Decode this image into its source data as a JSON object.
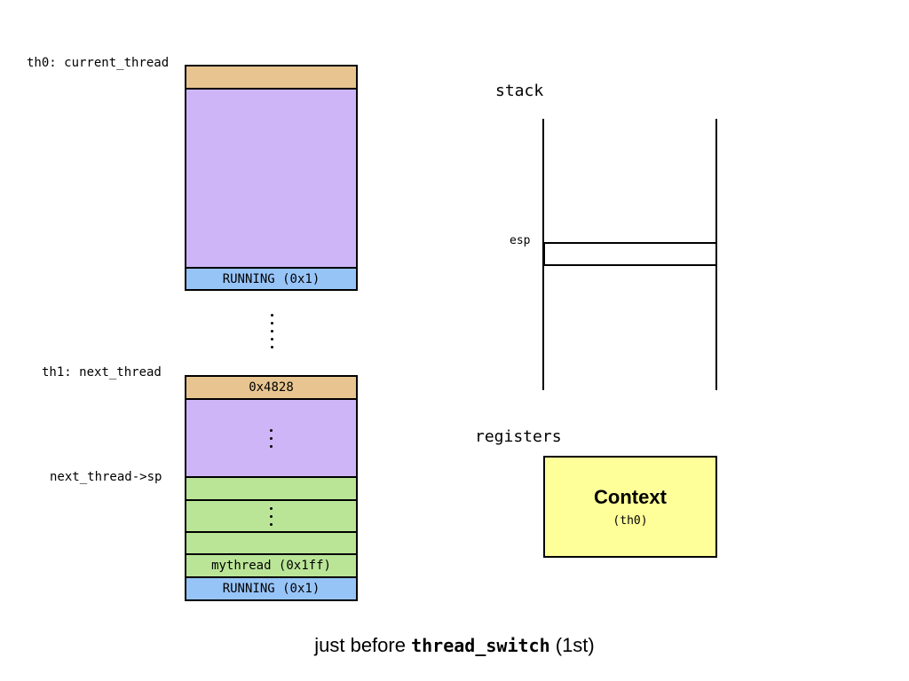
{
  "colors": {
    "tan": "#e8c590",
    "purple": "#cdb5f7",
    "blue": "#97c4f7",
    "green": "#bae597",
    "yellow": "#ffff99"
  },
  "th0": {
    "label": "th0: current_thread",
    "status": "RUNNING (0x1)"
  },
  "th1": {
    "label": "th1: next_thread",
    "top_value": "0x4828",
    "sp_label": "next_thread->sp",
    "mythread": "mythread (0x1ff)",
    "status": "RUNNING (0x1)"
  },
  "stack": {
    "title": "stack",
    "esp_label": "esp"
  },
  "registers": {
    "title": "registers",
    "context_title": "Context",
    "context_sub": "(th0)"
  },
  "caption": {
    "prefix": "just before ",
    "func": "thread_switch",
    "suffix": " (1st)"
  }
}
